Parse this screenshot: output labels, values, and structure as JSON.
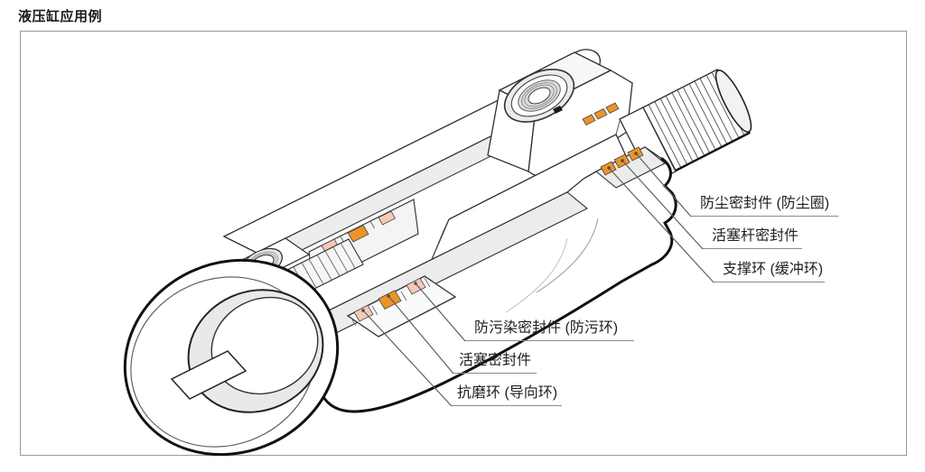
{
  "title": "液压缸应用例",
  "labels": {
    "right": [
      {
        "text": "防尘密封件 (防尘圈)"
      },
      {
        "text": "活塞杆密封件"
      },
      {
        "text": "支撑环 (缓冲环)"
      }
    ],
    "bottom": [
      {
        "text": "防污染密封件 (防污环)"
      },
      {
        "text": "活塞密封件"
      },
      {
        "text": "抗磨环 (导向环)"
      }
    ]
  },
  "colors": {
    "seal_orange": "#ED9328",
    "seal_pink": "#F5C9B6",
    "outline": "#2f2f2f",
    "leader_line": "#5f5f5f",
    "frame_border": "#9a9a9a"
  }
}
